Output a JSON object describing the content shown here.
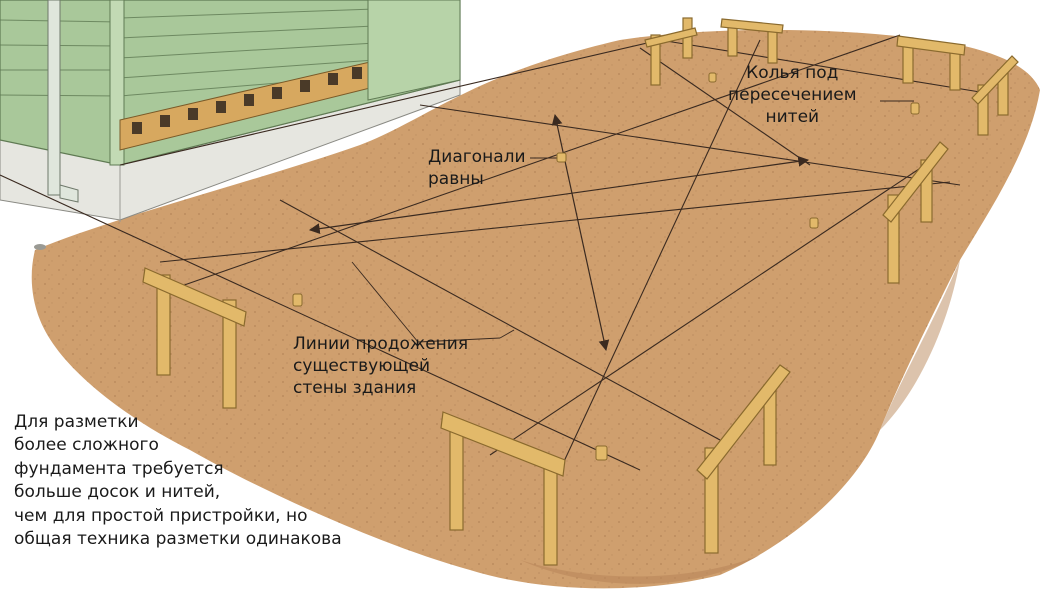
{
  "labels": {
    "stakes": [
      "Колья под",
      "пересечением",
      "нитей"
    ],
    "diagonals": [
      "Диагонали",
      "равны"
    ],
    "extension_lines": [
      "Линии продожения",
      "существующей",
      "стены здания"
    ]
  },
  "caption": [
    "Для разметки",
    "более сложного",
    "фундамента требуется",
    "больше досок и нитей,",
    "чем для простой пристройки, но",
    "общая техника разметки одинакова"
  ],
  "colors": {
    "ground": "#cf9f6e",
    "ground_shade": "#b9875a",
    "wood": "#e2b96a",
    "wood_edge": "#8a6a2e",
    "siding": "#a9c89a",
    "siding_edge": "#5f7a53",
    "foundation": "#e6e6e0",
    "string": "#3a2a20",
    "text": "#1a1a1a"
  }
}
